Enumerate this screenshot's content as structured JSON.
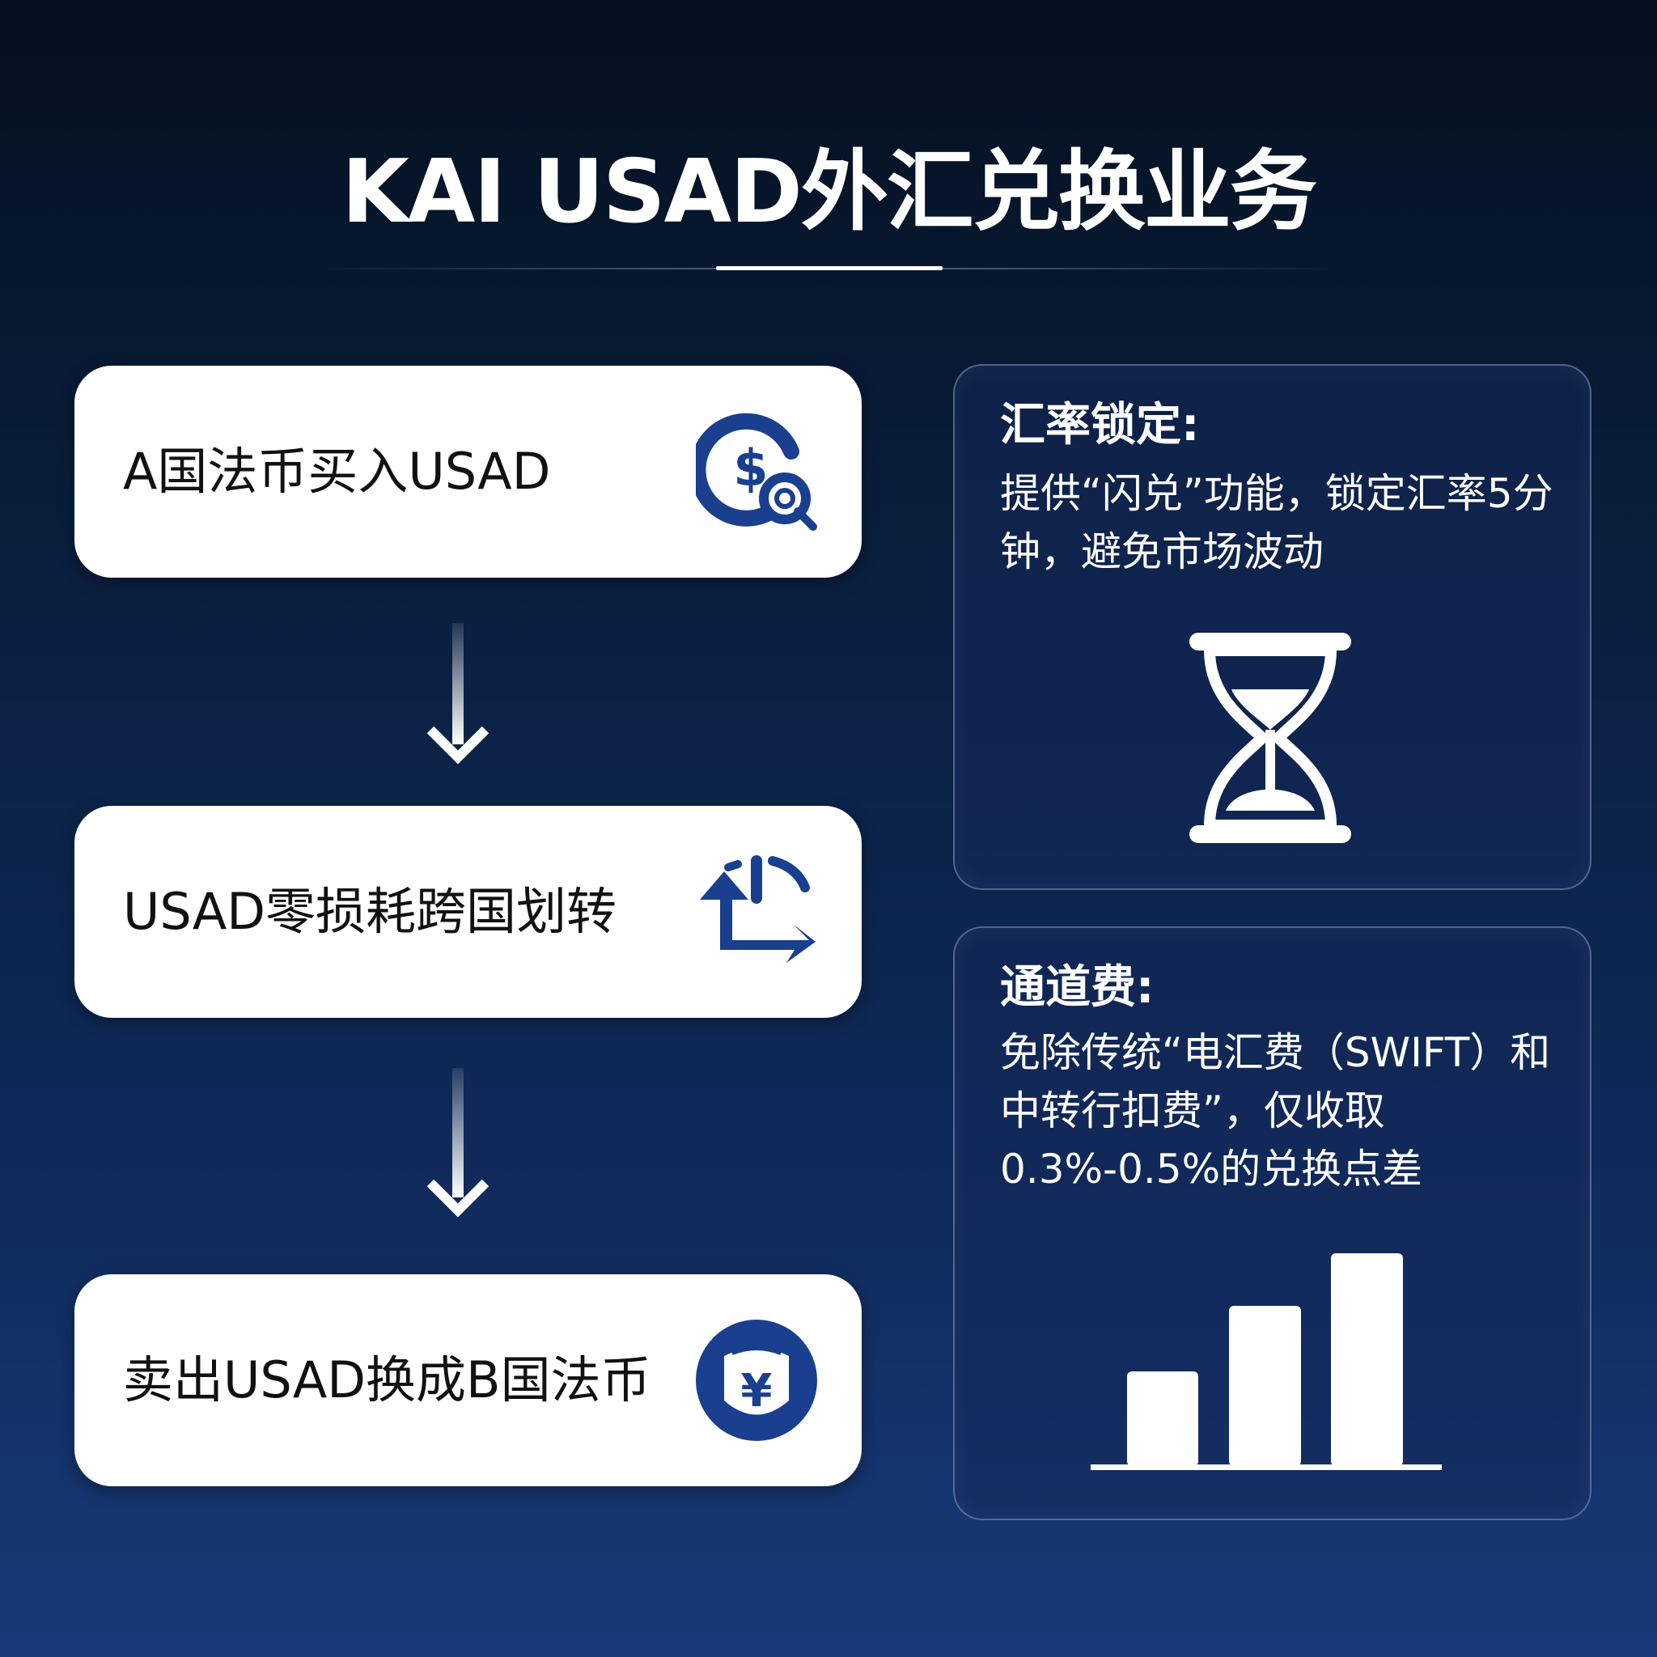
{
  "title": "KAI USAD外汇兑换业务",
  "steps": [
    {
      "label": "A国法币买入USAD",
      "icon": "dollar-search-icon"
    },
    {
      "label": "USAD零损耗跨国划转",
      "icon": "transfer-arrows-icon"
    },
    {
      "label": "卖出USAD换成B国法币",
      "icon": "yuan-shield-icon"
    }
  ],
  "panels": [
    {
      "heading": "汇率锁定:",
      "body": "提供“闪兑”功能，锁定汇率5分钟，避免市场波动",
      "icon": "hourglass-icon"
    },
    {
      "heading": "通道费:",
      "body": "免除传统“电汇费（SWIFT）和中转行扣费”，仅收取0.3%-0.5%的兑换点差",
      "icon": "bar-chart-icon"
    }
  ],
  "colors": {
    "accent": "#1a3f8f",
    "card": "#ffffff"
  }
}
